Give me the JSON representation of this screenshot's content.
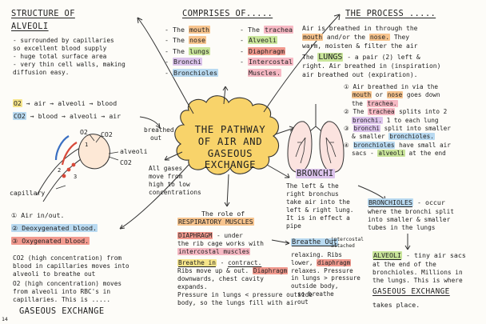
{
  "structure": {
    "title": "STRUCTURE OF",
    "title2": "ALVEOLI",
    "bullets": [
      "- surrounded by capillaries",
      "so excellent blood supply",
      "- huge total surface area",
      "- very thin cell walls, making",
      "diffusion easy."
    ],
    "o2": {
      "gas": "O2",
      "path": "→ air → alveoli → blood"
    },
    "co2": {
      "gas": "CO2",
      "path": "→ blood → alveoli → air"
    },
    "breathed_out": [
      "breathed",
      "out"
    ]
  },
  "alveolus_diagram": {
    "label_o2": "O2",
    "label_co2": "CO2",
    "label_alveoli": "alveoli",
    "label_co2_side": "CO2",
    "label_capillary": "capillary",
    "label_n1": "1",
    "label_n2": "2",
    "label_n3": "3",
    "diffusion": [
      "All gases",
      "move from",
      "high to low",
      "concentrations"
    ]
  },
  "key": {
    "item1": "① Air in/out.",
    "item2": "② Deoxygenated blood.",
    "item3": "③ Oxygenated blood."
  },
  "co2_text": [
    "CO2 (high concentration) from",
    "blood in capillaries moves into",
    "alveoli to breathe out"
  ],
  "o2_text": [
    "O2 (high concentration) moves",
    "from alveoli into RBC's in",
    "capillaries.  This is ....."
  ],
  "gaseous_bottom": "GASEOUS  EXCHANGE",
  "page_number": "14",
  "comprises": {
    "title": "COMPRISES OF.....",
    "left": [
      {
        "dash": "- The",
        "word": "mouth"
      },
      {
        "dash": "- The",
        "word": "nose"
      },
      {
        "dash": "- The",
        "word": "lungs"
      },
      {
        "dash": "-",
        "word": "Bronchi"
      },
      {
        "dash": "-",
        "word": "Bronchioles"
      }
    ],
    "right": [
      {
        "dash": "- The",
        "word": "trachea"
      },
      {
        "dash": "-",
        "word": "Alveoli"
      },
      {
        "dash": "-",
        "word": "Diaphragm"
      },
      {
        "dash": "-",
        "word": "Intercostal"
      },
      {
        "dash": "",
        "word": "Muscles."
      }
    ]
  },
  "center": {
    "line1": "THE PATHWAY",
    "line2": "OF AIR AND",
    "line3": "GASEOUS",
    "line4": "EXCHANGE"
  },
  "process": {
    "title": "THE PROCESS .....",
    "p1_a": "Air is breathed in through the",
    "p1_mouth": "mouth",
    "p1_b": "and/or the",
    "p1_nose": "nose.",
    "p1_c": "They",
    "p1_d": "warm, moisten & filter the air",
    "lungs_pre": "The",
    "lungs_word": "LUNGS",
    "lungs_post": "- a pair (2) left &",
    "lungs_2": "right.  Air breathed in (inspiration)",
    "lungs_3": "air breathed out (expiration).",
    "s1_a": "① Air breathed in via the",
    "s1_b_mouth": "mouth",
    "s1_b_or": "or",
    "s1_b_nose": "nose",
    "s1_b_rest": "goes down",
    "s1_c_pre": "the",
    "s1_c_trachea": "trachea.",
    "s2_a_pre": "② The",
    "s2_a_trachea": "trachea",
    "s2_a_post": "splits into 2",
    "s2_b_bronchi": "bronchi.",
    "s2_b_post": "1 to each lung",
    "s3_a_pre": "③",
    "s3_a_bronchi": "bronchi",
    "s3_a_post": "split into smaller",
    "s3_b_pre": "& smaller",
    "s3_b_word": "bronchioles.",
    "s4_a_pre": "④",
    "s4_a_word": "bronchioles",
    "s4_a_post": "have small air",
    "s4_b_pre": "sacs -",
    "s4_b_word": "alveoli",
    "s4_b_post": "at the end"
  },
  "bronchi": {
    "title": "BRONCHI",
    "lines": [
      "The left & the",
      "right bronchus",
      "take air into the",
      "left & right lung.",
      "It is in effect a",
      "pipe"
    ]
  },
  "bronchioles": {
    "title": "BRONCHIOLES",
    "title_post": "- occur",
    "lines": [
      "where the bronchi split",
      "into smaller & smaller",
      "tubes in the lungs"
    ]
  },
  "alveoli_box": {
    "title": "ALVEOLI",
    "title_post": "- tiny air sacs",
    "lines": [
      "at the end of the",
      "bronchioles. Millions in",
      "the lungs. This is where"
    ],
    "gaseous": "GASEOUS  EXCHANGE",
    "last": "takes place."
  },
  "resp": {
    "title1": "The role of",
    "title2": "RESPIRATORY MUSCLES",
    "diaphragm": "DIAPHRAGM",
    "d_post": "- under",
    "d_2": "the rib cage works with",
    "d_3": "intercostal muscles",
    "breathe_in": "Breathe in",
    "contract": "contract.",
    "bi_1_pre": "Ribs move up & out.",
    "bi_1_dia": "Diaphragm",
    "bi_2": "downwards, chest cavity",
    "bi_3": "expands.",
    "bi_4": "Pressure in lungs < pressure outside",
    "bi_5": "body, so the lungs fill with air"
  },
  "breathe_out": {
    "title": "Breathe Out",
    "intercostal": [
      "intercostal",
      "attached"
    ],
    "lines_pre": "relaxing. Ribs",
    "l2_pre": "lower,",
    "l2_dia": "diaphragm",
    "l3": "relaxes. Pressure",
    "l4": "in lungs > pressure",
    "l5": "outside body,",
    "l6": "so breathe",
    "l7": "out"
  }
}
